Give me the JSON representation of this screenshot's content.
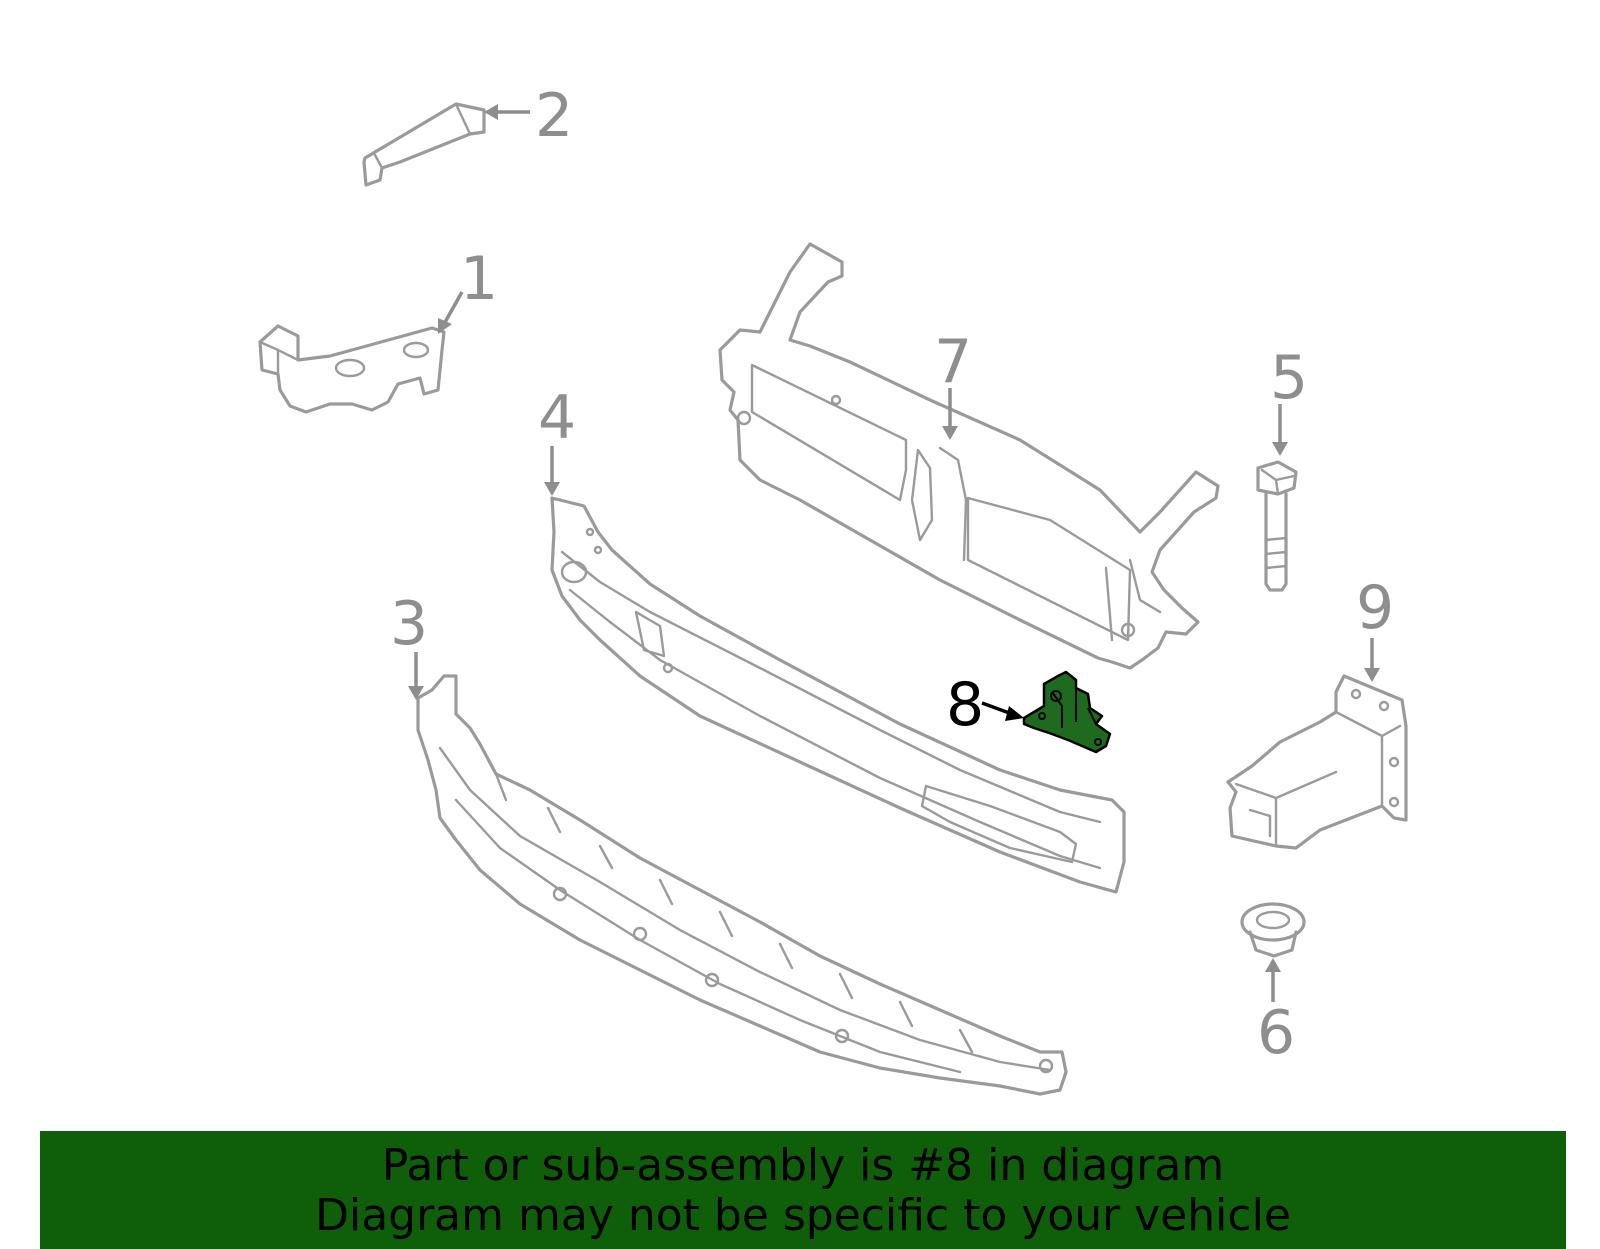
{
  "callouts": {
    "c1": "1",
    "c2": "2",
    "c3": "3",
    "c4": "4",
    "c5": "5",
    "c6": "6",
    "c7": "7",
    "c8": "8",
    "c9": "9"
  },
  "highlighted_part": "8",
  "colors": {
    "highlight": "#1e6a1e",
    "banner": "#0f5f0a",
    "line_art": "#9a9a9a"
  },
  "banner": {
    "line1": "Part or sub-assembly is #8 in diagram",
    "line2": "Diagram may not be specific to your vehicle"
  }
}
